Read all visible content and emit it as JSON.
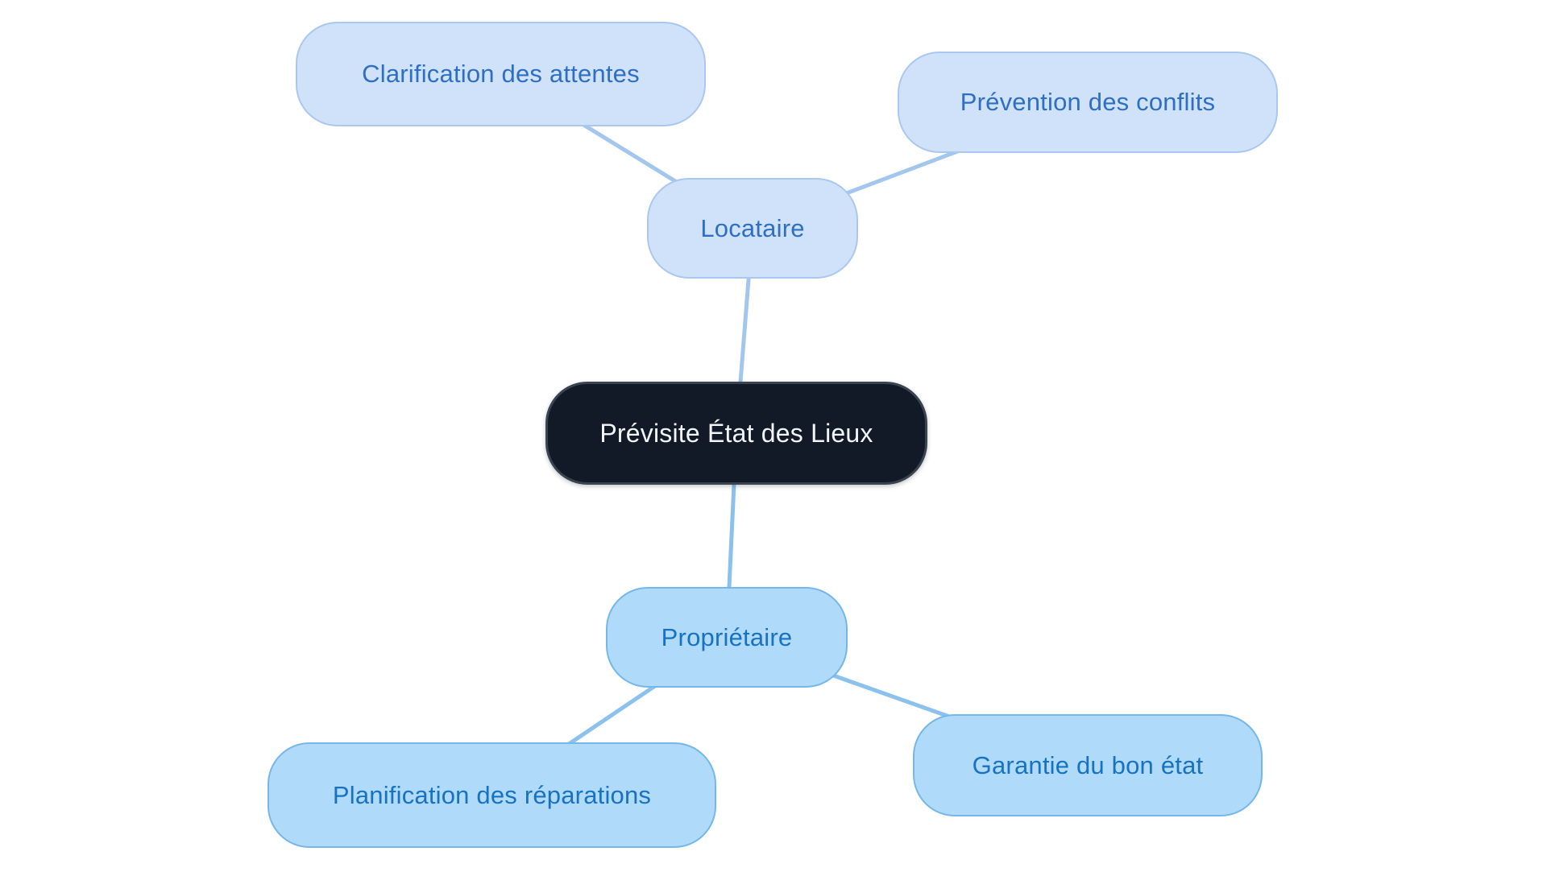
{
  "diagram_type": "mindmap",
  "nodes": {
    "central": {
      "label": "Prévisite État des Lieux"
    },
    "locataire": {
      "label": "Locataire"
    },
    "clarification": {
      "label": "Clarification des attentes"
    },
    "prevention": {
      "label": "Prévention des conflits"
    },
    "proprietaire": {
      "label": "Propriétaire"
    },
    "planification": {
      "label": "Planification des réparations"
    },
    "garantie": {
      "label": "Garantie du bon état"
    }
  },
  "edges": [
    {
      "from": "locataire",
      "to": "clarification"
    },
    {
      "from": "locataire",
      "to": "prevention"
    },
    {
      "from": "central",
      "to": "locataire"
    },
    {
      "from": "central",
      "to": "proprietaire"
    },
    {
      "from": "proprietaire",
      "to": "planification"
    },
    {
      "from": "proprietaire",
      "to": "garantie"
    }
  ],
  "colors": {
    "background": "#ffffff",
    "central_fill": "#111a26",
    "central_text": "#f2f5f7",
    "top_branch_fill": "#cfe2fa",
    "top_branch_border": "#a9c7f0",
    "top_branch_text": "#2e6fc4",
    "top_branch_line": "#a3c6ef",
    "bottom_branch_fill": "#b0daf9",
    "bottom_branch_border": "#75b7e8",
    "bottom_branch_text": "#1872c2",
    "bottom_branch_line": "#8ac1ed"
  }
}
